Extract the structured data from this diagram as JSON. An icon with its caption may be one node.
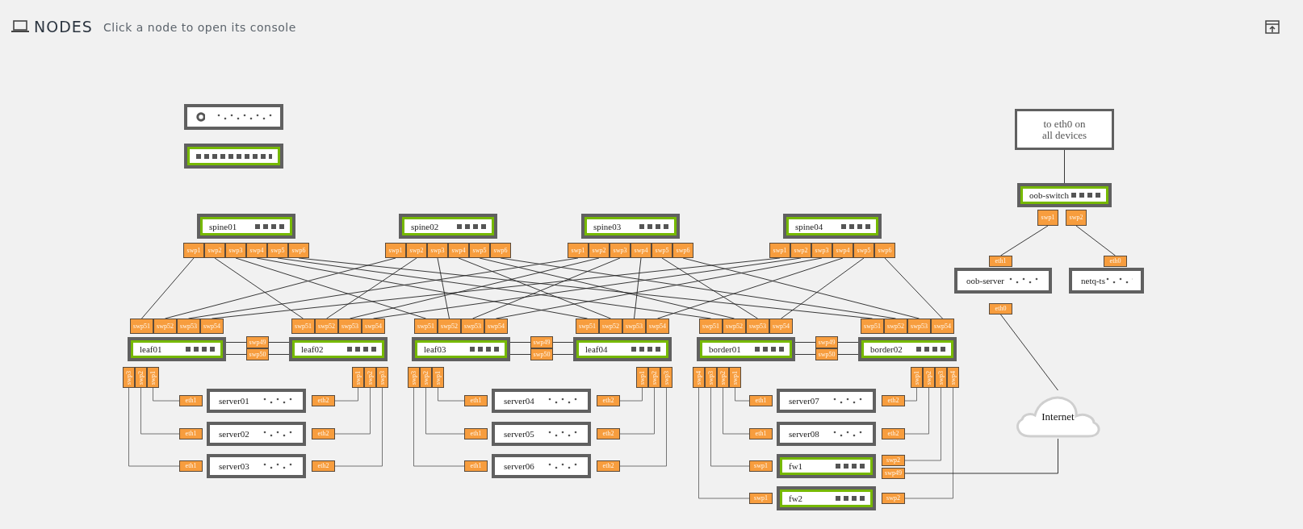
{
  "diagram": {
    "title": "NODES",
    "labels": [
      "Click a node to open its console"
    ],
    "nodes": [
      {
        "text": [],
        "shape": "box"
      },
      {
        "text": [],
        "shape": "box"
      },
      {
        "text": [
          "to eth0 on all devices"
        ]
      },
      {
        "text": [
          "oob-switch"
        ]
      },
      {
        "text": [
          "swp1"
        ]
      },
      {
        "text": [
          "swp2"
        ]
      },
      {
        "text": [
          "eth1"
        ]
      },
      {
        "text": [
          "oob-server"
        ]
      },
      {
        "text": [
          "eth0"
        ]
      },
      {
        "text": [
          "eth0"
        ]
      },
      {
        "text": [
          "netq-ts"
        ]
      },
      {
        "text": [
          "spine01"
        ]
      },
      {
        "text": [
          "spine02"
        ]
      },
      {
        "text": [
          "spine03"
        ]
      },
      {
        "text": [
          "spine04"
        ]
      },
      {
        "text": [
          "swp1"
        ]
      },
      {
        "text": [
          "swp2"
        ]
      },
      {
        "text": [
          "swp3"
        ]
      },
      {
        "text": [
          "swp4"
        ]
      },
      {
        "text": [
          "swp5"
        ]
      },
      {
        "text": [
          "swp6"
        ]
      },
      {
        "text": [
          "swp1"
        ]
      },
      {
        "text": [
          "swp2"
        ]
      },
      {
        "text": [
          "swp3"
        ]
      },
      {
        "text": [
          "swp4"
        ]
      },
      {
        "text": [
          "swp5"
        ]
      },
      {
        "text": [
          "swp6"
        ]
      },
      {
        "text": [
          "swp1"
        ]
      },
      {
        "text": [
          "swp2"
        ]
      },
      {
        "text": [
          "swp3"
        ]
      },
      {
        "text": [
          "swp4"
        ]
      },
      {
        "text": [
          "swp5"
        ]
      },
      {
        "text": [
          "swp6"
        ]
      },
      {
        "text": [
          "swp1"
        ]
      },
      {
        "text": [
          "swp2"
        ]
      },
      {
        "text": [
          "swp3"
        ]
      },
      {
        "text": [
          "swp4"
        ]
      },
      {
        "text": [
          "swp5"
        ]
      },
      {
        "text": [
          "swp6"
        ]
      },
      {
        "text": [
          "swp51"
        ]
      },
      {
        "text": [
          "swp52"
        ]
      },
      {
        "text": [
          "swp53"
        ]
      },
      {
        "text": [
          "swp54"
        ]
      },
      {
        "text": [
          "swp51"
        ]
      },
      {
        "text": [
          "swp52"
        ]
      },
      {
        "text": [
          "swp53"
        ]
      },
      {
        "text": [
          "swp54"
        ]
      },
      {
        "text": [
          "swp51"
        ]
      },
      {
        "text": [
          "swp52"
        ]
      },
      {
        "text": [
          "swp53"
        ]
      },
      {
        "text": [
          "swp54"
        ]
      },
      {
        "text": [
          "swp51"
        ]
      },
      {
        "text": [
          "swp52"
        ]
      },
      {
        "text": [
          "swp53"
        ]
      },
      {
        "text": [
          "swp54"
        ]
      },
      {
        "text": [
          "swp51"
        ]
      },
      {
        "text": [
          "swp52"
        ]
      },
      {
        "text": [
          "swp53"
        ]
      },
      {
        "text": [
          "swp54"
        ]
      },
      {
        "text": [
          "swp51"
        ]
      },
      {
        "text": [
          "swp52"
        ]
      },
      {
        "text": [
          "swp53"
        ]
      },
      {
        "text": [
          "swp54"
        ]
      },
      {
        "text": [
          "leaf01"
        ]
      },
      {
        "text": [
          "leaf02"
        ]
      },
      {
        "text": [
          "leaf03"
        ]
      },
      {
        "text": [
          "leaf04"
        ]
      },
      {
        "text": [
          "border01"
        ]
      },
      {
        "text": [
          "border02"
        ]
      },
      {
        "text": [
          "swp49"
        ]
      },
      {
        "text": [
          "swp50"
        ]
      },
      {
        "text": [
          "swp49"
        ]
      },
      {
        "text": [
          "swp50"
        ]
      },
      {
        "text": [
          "swp49"
        ]
      },
      {
        "text": [
          "swp50"
        ]
      },
      {
        "text": [
          "swp3"
        ]
      },
      {
        "text": [
          "swp2"
        ]
      },
      {
        "text": [
          "swp1"
        ]
      },
      {
        "text": [
          "swp1"
        ]
      },
      {
        "text": [
          "swp2"
        ]
      },
      {
        "text": [
          "swp3"
        ]
      },
      {
        "text": [
          "swp3"
        ]
      },
      {
        "text": [
          "swp2"
        ]
      },
      {
        "text": [
          "swp1"
        ]
      },
      {
        "text": [
          "swp1"
        ]
      },
      {
        "text": [
          "swp2"
        ]
      },
      {
        "text": [
          "swp3"
        ]
      },
      {
        "text": [
          "swp4"
        ]
      },
      {
        "text": [
          "swp3"
        ]
      },
      {
        "text": [
          "swp2"
        ]
      },
      {
        "text": [
          "swp1"
        ]
      },
      {
        "text": [
          "swp1"
        ]
      },
      {
        "text": [
          "swp2"
        ]
      },
      {
        "text": [
          "swp3"
        ]
      },
      {
        "text": [
          "swp4"
        ]
      },
      {
        "text": [
          "eth1"
        ]
      },
      {
        "text": [
          "server01"
        ]
      },
      {
        "text": [
          "eth2"
        ]
      },
      {
        "text": [
          "eth1"
        ]
      },
      {
        "text": [
          "server02"
        ]
      },
      {
        "text": [
          "eth2"
        ]
      },
      {
        "text": [
          "eth1"
        ]
      },
      {
        "text": [
          "server03"
        ]
      },
      {
        "text": [
          "eth2"
        ]
      },
      {
        "text": [
          "eth1"
        ]
      },
      {
        "text": [
          "server04"
        ]
      },
      {
        "text": [
          "eth2"
        ]
      },
      {
        "text": [
          "eth1"
        ]
      },
      {
        "text": [
          "server05"
        ]
      },
      {
        "text": [
          "eth2"
        ]
      },
      {
        "text": [
          "eth1"
        ]
      },
      {
        "text": [
          "server06"
        ]
      },
      {
        "text": [
          "eth2"
        ]
      },
      {
        "text": [
          "eth1"
        ]
      },
      {
        "text": [
          "server07"
        ]
      },
      {
        "text": [
          "eth2"
        ]
      },
      {
        "text": [
          "eth1"
        ]
      },
      {
        "text": [
          "server08"
        ]
      },
      {
        "text": [
          "eth2"
        ]
      },
      {
        "text": [
          "swp1"
        ]
      },
      {
        "text": [
          "fw1"
        ]
      },
      {
        "text": [
          "swp2"
        ]
      },
      {
        "text": [
          "swp49"
        ]
      },
      {
        "text": [
          "swp1"
        ]
      },
      {
        "text": [
          "fw2"
        ]
      },
      {
        "text": [
          "swp2"
        ]
      },
      {
        "text": [
          "Internet"
        ]
      }
    ],
    "edges": [
      {
        "from": 2,
        "to": 3,
        "arrow": "none"
      },
      {
        "from": 4,
        "to": 6,
        "arrow": "none"
      },
      {
        "from": 5,
        "to": 9,
        "arrow": "none"
      },
      {
        "from": 8,
        "to": 126,
        "arrow": "none"
      },
      {
        "from": 15,
        "to": 39,
        "arrow": "none"
      },
      {
        "from": 16,
        "to": 43,
        "arrow": "none"
      },
      {
        "from": 17,
        "to": 47,
        "arrow": "none"
      },
      {
        "from": 18,
        "to": 51,
        "arrow": "none"
      },
      {
        "from": 19,
        "to": 55,
        "arrow": "none"
      },
      {
        "from": 20,
        "to": 59,
        "arrow": "none"
      },
      {
        "from": 21,
        "to": 40,
        "arrow": "none"
      },
      {
        "from": 22,
        "to": 44,
        "arrow": "none"
      },
      {
        "from": 23,
        "to": 48,
        "arrow": "none"
      },
      {
        "from": 24,
        "to": 52,
        "arrow": "none"
      },
      {
        "from": 25,
        "to": 56,
        "arrow": "none"
      },
      {
        "from": 26,
        "to": 60,
        "arrow": "none"
      },
      {
        "from": 27,
        "to": 41,
        "arrow": "none"
      },
      {
        "from": 28,
        "to": 45,
        "arrow": "none"
      },
      {
        "from": 29,
        "to": 49,
        "arrow": "none"
      },
      {
        "from": 30,
        "to": 53,
        "arrow": "none"
      },
      {
        "from": 31,
        "to": 57,
        "arrow": "none"
      },
      {
        "from": 32,
        "to": 61,
        "arrow": "none"
      },
      {
        "from": 33,
        "to": 42,
        "arrow": "none"
      },
      {
        "from": 34,
        "to": 46,
        "arrow": "none"
      },
      {
        "from": 35,
        "to": 50,
        "arrow": "none"
      },
      {
        "from": 36,
        "to": 54,
        "arrow": "none"
      },
      {
        "from": 37,
        "to": 58,
        "arrow": "none"
      },
      {
        "from": 38,
        "to": 62,
        "arrow": "none"
      },
      {
        "from": 63,
        "to": 69,
        "arrow": "none"
      },
      {
        "from": 69,
        "to": 64,
        "arrow": "none"
      },
      {
        "from": 63,
        "to": 70,
        "arrow": "none"
      },
      {
        "from": 70,
        "to": 64,
        "arrow": "none"
      },
      {
        "from": 65,
        "to": 71,
        "arrow": "none"
      },
      {
        "from": 71,
        "to": 66,
        "arrow": "none"
      },
      {
        "from": 65,
        "to": 72,
        "arrow": "none"
      },
      {
        "from": 72,
        "to": 66,
        "arrow": "none"
      },
      {
        "from": 67,
        "to": 73,
        "arrow": "none"
      },
      {
        "from": 73,
        "to": 68,
        "arrow": "none"
      },
      {
        "from": 67,
        "to": 74,
        "arrow": "none"
      },
      {
        "from": 74,
        "to": 68,
        "arrow": "none"
      },
      {
        "from": 77,
        "to": 95,
        "arrow": "none"
      },
      {
        "from": 76,
        "to": 98,
        "arrow": "none"
      },
      {
        "from": 75,
        "to": 101,
        "arrow": "none"
      },
      {
        "from": 78,
        "to": 97,
        "arrow": "none"
      },
      {
        "from": 79,
        "to": 100,
        "arrow": "none"
      },
      {
        "from": 80,
        "to": 103,
        "arrow": "none"
      },
      {
        "from": 83,
        "to": 104,
        "arrow": "none"
      },
      {
        "from": 82,
        "to": 107,
        "arrow": "none"
      },
      {
        "from": 81,
        "to": 110,
        "arrow": "none"
      },
      {
        "from": 84,
        "to": 106,
        "arrow": "none"
      },
      {
        "from": 85,
        "to": 109,
        "arrow": "none"
      },
      {
        "from": 86,
        "to": 112,
        "arrow": "none"
      },
      {
        "from": 90,
        "to": 113,
        "arrow": "none"
      },
      {
        "from": 89,
        "to": 116,
        "arrow": "none"
      },
      {
        "from": 88,
        "to": 119,
        "arrow": "none"
      },
      {
        "from": 87,
        "to": 123,
        "arrow": "none"
      },
      {
        "from": 91,
        "to": 115,
        "arrow": "none"
      },
      {
        "from": 92,
        "to": 118,
        "arrow": "none"
      },
      {
        "from": 93,
        "to": 121,
        "arrow": "none"
      },
      {
        "from": 94,
        "to": 125,
        "arrow": "none"
      },
      {
        "from": 122,
        "to": 126,
        "arrow": "none"
      }
    ]
  }
}
